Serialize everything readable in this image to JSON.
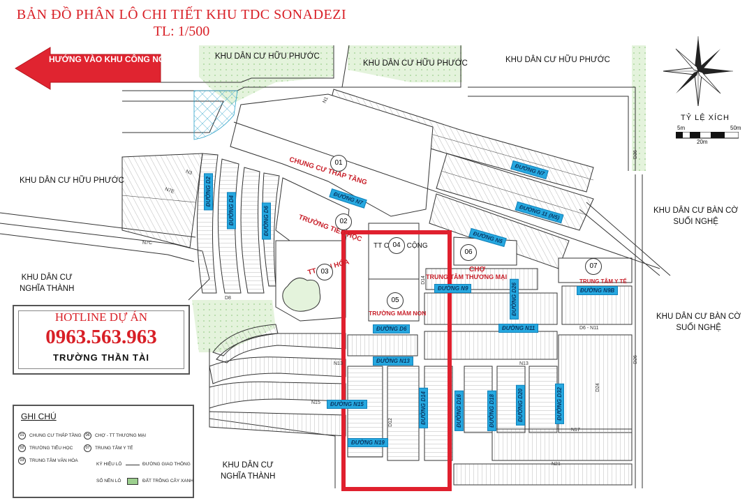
{
  "title": {
    "line1": "BẢN ĐỒ PHÂN LÔ CHI TIẾT KHU TDC SONADEZI",
    "line2": "TL: 1/500"
  },
  "arrow_label": "HƯỚNG VÀO KHU CÔNG NGHIỆP",
  "areas": {
    "huu_phuoc_top_left": "KHU DÂN CƯ HỮU PHƯỚC",
    "huu_phuoc_top_mid": "KHU DÂN CƯ HỮU PHƯỚC",
    "huu_phuoc_top_right": "KHU DÂN CƯ HỮU PHƯỚC",
    "huu_phuoc_left": "KHU DÂN CƯ HỮU PHƯỚC",
    "ban_co_line1": "KHU DÂN CƯ BÀN CỜ",
    "ban_co_line2": "SUỐI NGHỆ",
    "ban_co2_line1": "KHU DÂN CƯ BÀN CỜ",
    "ban_co2_line2": "SUỐI NGHỆ",
    "nghia_thanh_left_line1": "KHU DÂN CƯ",
    "nghia_thanh_left_line2": "NGHĨA THÀNH",
    "nghia_thanh_bottom_line1": "KHU DÂN CƯ",
    "nghia_thanh_bottom_line2": "NGHĨA THÀNH"
  },
  "roads": {
    "d2": "ĐƯỜNG D2",
    "d4": "ĐƯỜNG D4",
    "d6v": "ĐƯỜNG D6",
    "n7a": "ĐƯỜNG N7",
    "n7b": "ĐƯỜNG N7",
    "n11a": "ĐƯỜNG 11 (N5)",
    "n5": "ĐƯỜNG N5",
    "n9": "ĐƯỜNG N9",
    "n9b": "ĐƯỜNG N9B",
    "n11": "ĐƯỜNG N11",
    "d6": "ĐƯỜNG D6",
    "n13": "ĐƯỜNG N13",
    "n15": "ĐƯỜNG N15",
    "n19": "ĐƯỜNG N19",
    "d14": "ĐƯỜNG D14",
    "d16": "ĐƯỜNG D16",
    "d18": "ĐƯỜNG D18",
    "d20": "ĐƯỜNG D20",
    "d26": "ĐƯỜNG D26",
    "d32": "ĐƯỜNG D32"
  },
  "facilities": {
    "chung_cu": "CHUNG CƯ THẤP TẦNG",
    "truong_tieu_hoc": "TRƯỜNG TIỂU HỌC",
    "tt_cong_cong": "TT CÔNG CỘNG",
    "tt_van_hoa": "TT VĂN HÓA",
    "truong_mam_non": "TRƯỜNG MẦM NON",
    "cho": "CHỢ",
    "trung_tam_thuong_mai": "TRUNG TÂM THƯƠNG MẠI",
    "trung_tam_y_te": "TRUNG TÂM Y TẾ"
  },
  "zones": [
    "01",
    "02",
    "03",
    "04",
    "05",
    "06",
    "07"
  ],
  "small_road_codes": {
    "n1": "N1",
    "n3": "N3",
    "n7c": "N7C",
    "n7e": "N7E",
    "d8": "D8",
    "d12": "D12",
    "d14s": "D14",
    "n13s": "N13",
    "n13b": "N13",
    "n15s": "N15",
    "n17": "N17",
    "n21": "N21",
    "d26s": "D26",
    "d24": "D24",
    "d36": "D36",
    "d6n11": "D6 - N11"
  },
  "hotline": {
    "title": "HOTLINE DỰ ÁN",
    "phone": "0963.563.963",
    "name": "TRƯỜNG THẦN TÀI"
  },
  "legend": {
    "title": "GHI CHÚ",
    "items": [
      {
        "num": "01",
        "label": "CHUNG CƯ THẤP TẦNG"
      },
      {
        "num": "02",
        "label": "TRƯỜNG TIỂU HỌC"
      },
      {
        "num": "03",
        "label": "TRUNG TÂM VĂN HÓA"
      },
      {
        "num": "06",
        "label": "CHỢ - TT THƯƠNG MẠI"
      },
      {
        "num": "07",
        "label": "TRUNG TÂM Y TẾ"
      }
    ],
    "ky_hieu_lo": "KÝ HIỆU LÔ",
    "so_nen_lo": "SỐ NỀN LÔ",
    "duong_giao_thong": "ĐƯỜNG GIAO THÔNG",
    "dat_trong_cay_xanh": "ĐẤT TRỒNG CÂY XANH"
  },
  "scale": {
    "title": "TỶ LỆ XÍCH",
    "tick_5": "5m",
    "tick_50": "50m",
    "tick_20": "20m"
  },
  "colors": {
    "title_red": "#d81f26",
    "road_tag": "#26a8e0",
    "green_area": "#dff2d8",
    "highlight_box": "#e0202e"
  }
}
